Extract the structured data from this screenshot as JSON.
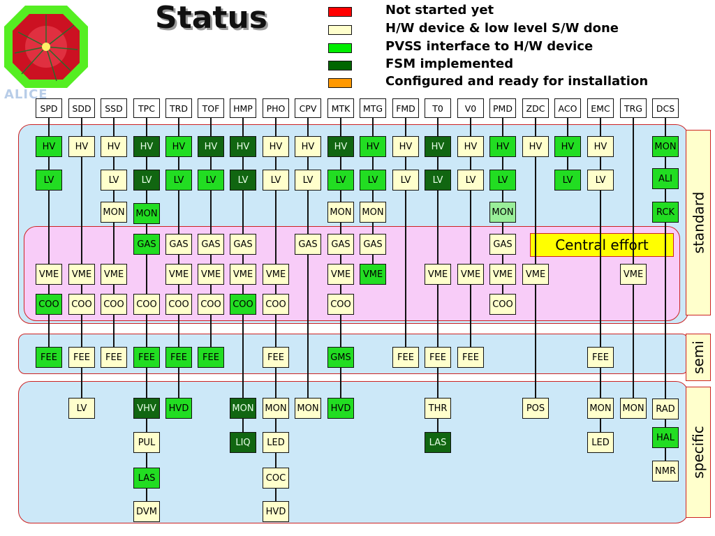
{
  "title": "Status",
  "logo_text": "ALICE",
  "legend": [
    {
      "label": "Not started yet",
      "color": "#ff0000"
    },
    {
      "label": "H/W device & low level S/W done",
      "color": "#ffffcc"
    },
    {
      "label": "PVSS interface to H/W device",
      "color": "#00ee00"
    },
    {
      "label": "FSM implemented",
      "color": "#006600"
    },
    {
      "label": "Configured and ready for installation",
      "color": "#ff9900"
    }
  ],
  "colors": {
    "not_started": "#ff0000",
    "hw_done": "#ffffcc",
    "pvss": "#22dd22",
    "fsm": "#116611",
    "configured": "#ff9900",
    "light_green": "#99ee99",
    "band_blue": "#cce8f8",
    "band_pink": "#f8ccf8",
    "band_border": "#cc2222"
  },
  "sections": {
    "standard": "standard",
    "semi": "semi",
    "specific": "specific"
  },
  "central_effort": "Central effort",
  "detectors": [
    "SPD",
    "SDD",
    "SSD",
    "TPC",
    "TRD",
    "TOF",
    "HMP",
    "PHO",
    "CPV",
    "MTK",
    "MTG",
    "FMD",
    "T0",
    "V0",
    "PMD",
    "ZDC",
    "ACO",
    "EMC",
    "TRG",
    "DCS"
  ],
  "columns": [
    {
      "det": "SPD",
      "wire_end": "fee",
      "items": [
        [
          "hv",
          "HV",
          "pvss"
        ],
        [
          "lv",
          "LV",
          "pvss"
        ],
        [
          "vme",
          "VME",
          "hw_done"
        ],
        [
          "coo",
          "COO",
          "pvss"
        ],
        [
          "fee",
          "FEE",
          "pvss"
        ]
      ]
    },
    {
      "det": "SDD",
      "wire_end": "spec",
      "items": [
        [
          "hv",
          "HV",
          "hw_done"
        ],
        [
          "vme",
          "VME",
          "hw_done"
        ],
        [
          "coo",
          "COO",
          "hw_done"
        ],
        [
          "fee",
          "FEE",
          "hw_done"
        ],
        [
          "s1",
          "LV",
          "hw_done"
        ]
      ]
    },
    {
      "det": "SSD",
      "wire_end": "fee",
      "items": [
        [
          "hv",
          "HV",
          "hw_done"
        ],
        [
          "lv",
          "LV",
          "hw_done"
        ],
        [
          "mon",
          "MON",
          "hw_done"
        ],
        [
          "vme",
          "VME",
          "hw_done"
        ],
        [
          "coo",
          "COO",
          "hw_done"
        ],
        [
          "fee",
          "FEE",
          "hw_done"
        ]
      ]
    },
    {
      "det": "TPC",
      "wire_end": "spec4",
      "items": [
        [
          "hv",
          "HV",
          "fsm"
        ],
        [
          "lv",
          "LV",
          "fsm"
        ],
        [
          "mon2",
          "MON",
          "pvss"
        ],
        [
          "gas",
          "GAS",
          "pvss"
        ],
        [
          "coo",
          "COO",
          "hw_done"
        ],
        [
          "fee",
          "FEE",
          "pvss"
        ],
        [
          "s1",
          "VHV",
          "fsm"
        ],
        [
          "s2",
          "PUL",
          "hw_done"
        ],
        [
          "s3",
          "LAS",
          "pvss"
        ],
        [
          "s4",
          "DVM",
          "hw_done"
        ]
      ]
    },
    {
      "det": "TRD",
      "wire_end": "spec",
      "items": [
        [
          "hv",
          "HV",
          "pvss"
        ],
        [
          "lv",
          "LV",
          "pvss"
        ],
        [
          "gas",
          "GAS",
          "hw_done"
        ],
        [
          "vme",
          "VME",
          "hw_done"
        ],
        [
          "coo",
          "COO",
          "hw_done"
        ],
        [
          "fee",
          "FEE",
          "pvss"
        ],
        [
          "s1",
          "HVD",
          "pvss"
        ]
      ]
    },
    {
      "det": "TOF",
      "wire_end": "fee",
      "items": [
        [
          "hv",
          "HV",
          "fsm"
        ],
        [
          "lv",
          "LV",
          "pvss"
        ],
        [
          "gas",
          "GAS",
          "hw_done"
        ],
        [
          "vme",
          "VME",
          "hw_done"
        ],
        [
          "coo",
          "COO",
          "hw_done"
        ],
        [
          "fee",
          "FEE",
          "pvss"
        ]
      ]
    },
    {
      "det": "HMP",
      "wire_end": "spec2",
      "items": [
        [
          "hv",
          "HV",
          "fsm"
        ],
        [
          "lv",
          "LV",
          "fsm"
        ],
        [
          "gas",
          "GAS",
          "hw_done"
        ],
        [
          "vme",
          "VME",
          "hw_done"
        ],
        [
          "coo",
          "COO",
          "pvss"
        ],
        [
          "s1",
          "MON",
          "fsm"
        ],
        [
          "s2",
          "LIQ",
          "fsm"
        ]
      ]
    },
    {
      "det": "PHO",
      "wire_end": "spec4",
      "items": [
        [
          "hv",
          "HV",
          "hw_done"
        ],
        [
          "lv",
          "LV",
          "hw_done"
        ],
        [
          "vme",
          "VME",
          "hw_done"
        ],
        [
          "coo",
          "COO",
          "hw_done"
        ],
        [
          "fee",
          "FEE",
          "hw_done"
        ],
        [
          "s1",
          "MON",
          "hw_done"
        ],
        [
          "s2",
          "LED",
          "hw_done"
        ],
        [
          "s3",
          "COC",
          "hw_done"
        ],
        [
          "s4",
          "HVD",
          "hw_done"
        ]
      ]
    },
    {
      "det": "CPV",
      "wire_end": "spec",
      "items": [
        [
          "hv",
          "HV",
          "hw_done"
        ],
        [
          "lv",
          "LV",
          "hw_done"
        ],
        [
          "gas",
          "GAS",
          "hw_done"
        ],
        [
          "s1",
          "MON",
          "hw_done"
        ]
      ]
    },
    {
      "det": "MTK",
      "wire_end": "spec",
      "items": [
        [
          "hv",
          "HV",
          "fsm"
        ],
        [
          "lv",
          "LV",
          "pvss"
        ],
        [
          "mon",
          "MON",
          "hw_done"
        ],
        [
          "gas",
          "GAS",
          "hw_done"
        ],
        [
          "vme",
          "VME",
          "hw_done"
        ],
        [
          "coo",
          "COO",
          "hw_done"
        ],
        [
          "fee",
          "GMS",
          "pvss"
        ],
        [
          "s1",
          "HVD",
          "pvss"
        ]
      ]
    },
    {
      "det": "MTG",
      "wire_end": "vme",
      "items": [
        [
          "hv",
          "HV",
          "pvss"
        ],
        [
          "lv",
          "LV",
          "pvss"
        ],
        [
          "mon",
          "MON",
          "hw_done"
        ],
        [
          "gas",
          "GAS",
          "hw_done"
        ],
        [
          "vme",
          "VME",
          "pvss"
        ]
      ]
    },
    {
      "det": "FMD",
      "wire_end": "fee",
      "items": [
        [
          "hv",
          "HV",
          "hw_done"
        ],
        [
          "lv",
          "LV",
          "hw_done"
        ],
        [
          "fee",
          "FEE",
          "hw_done"
        ]
      ]
    },
    {
      "det": "T0",
      "wire_end": "spec2",
      "items": [
        [
          "hv",
          "HV",
          "fsm"
        ],
        [
          "lv",
          "LV",
          "fsm"
        ],
        [
          "vme",
          "VME",
          "hw_done"
        ],
        [
          "fee",
          "FEE",
          "hw_done"
        ],
        [
          "s1",
          "THR",
          "hw_done"
        ],
        [
          "s2",
          "LAS",
          "fsm"
        ]
      ]
    },
    {
      "det": "V0",
      "wire_end": "fee",
      "items": [
        [
          "hv",
          "HV",
          "hw_done"
        ],
        [
          "lv",
          "LV",
          "hw_done"
        ],
        [
          "vme",
          "VME",
          "hw_done"
        ],
        [
          "fee",
          "FEE",
          "hw_done"
        ]
      ]
    },
    {
      "det": "PMD",
      "wire_end": "coo",
      "items": [
        [
          "hv",
          "HV",
          "pvss"
        ],
        [
          "lv",
          "LV",
          "pvss"
        ],
        [
          "mon",
          "MON",
          "light_green"
        ],
        [
          "gas",
          "GAS",
          "hw_done"
        ],
        [
          "vme",
          "VME",
          "hw_done"
        ],
        [
          "coo",
          "COO",
          "hw_done"
        ]
      ]
    },
    {
      "det": "ZDC",
      "wire_end": "spec",
      "items": [
        [
          "hv",
          "HV",
          "hw_done"
        ],
        [
          "vme",
          "VME",
          "hw_done"
        ],
        [
          "s1",
          "POS",
          "hw_done"
        ]
      ]
    },
    {
      "det": "ACO",
      "wire_end": "lv",
      "items": [
        [
          "hv",
          "HV",
          "pvss"
        ],
        [
          "lv",
          "LV",
          "pvss"
        ]
      ]
    },
    {
      "det": "EMC",
      "wire_end": "spec2",
      "items": [
        [
          "hv",
          "HV",
          "hw_done"
        ],
        [
          "lv",
          "LV",
          "hw_done"
        ],
        [
          "fee",
          "FEE",
          "hw_done"
        ],
        [
          "s1",
          "MON",
          "hw_done"
        ],
        [
          "s2",
          "LED",
          "hw_done"
        ]
      ]
    },
    {
      "det": "TRG",
      "wire_end": "spec",
      "items": [
        [
          "vme",
          "VME",
          "hw_done"
        ],
        [
          "s1",
          "MON",
          "hw_done"
        ]
      ]
    },
    {
      "det": "DCS",
      "wire_end": "spec3",
      "items": [
        [
          "hv",
          "MON",
          "pvss"
        ],
        [
          "lv",
          "ALI",
          "pvss"
        ],
        [
          "mon",
          "RCK",
          "pvss"
        ],
        [
          "s1",
          "RAD",
          "hw_done"
        ],
        [
          "s2",
          "HAL",
          "pvss"
        ],
        [
          "s3",
          "NMR",
          "hw_done"
        ]
      ]
    }
  ]
}
